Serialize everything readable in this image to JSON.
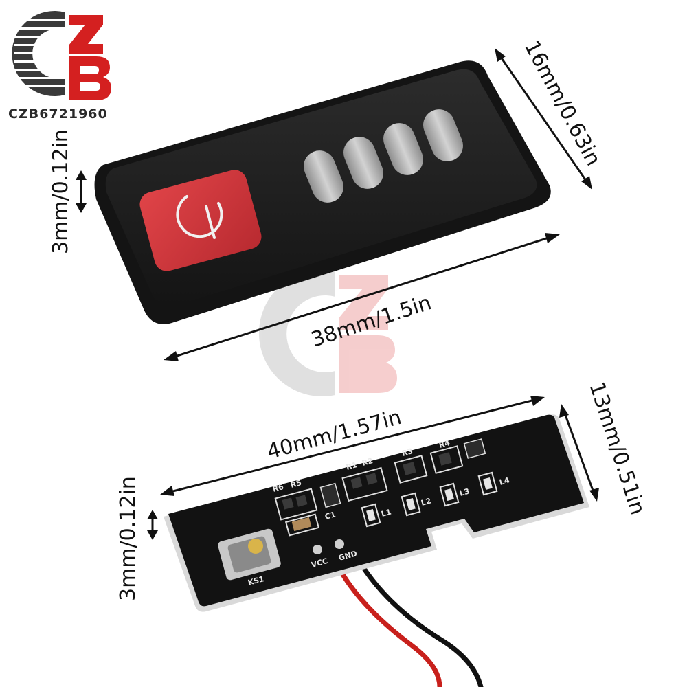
{
  "brand": {
    "name": "CZB6721960",
    "colors": {
      "red": "#e02020",
      "dark": "#2a2a2a"
    }
  },
  "cover": {
    "led_bar_count": 4,
    "button_color": "#d8343a",
    "dimensions": {
      "length": "38mm/1.5in",
      "width": "16mm/0.63in",
      "thickness": "3mm/0.12in"
    }
  },
  "board": {
    "dimensions": {
      "length": "40mm/1.57in",
      "width": "13mm/0.51in",
      "thickness": "3mm/0.12in"
    },
    "silkscreen": {
      "r6": "R6",
      "r5": "R5",
      "r1": "R1",
      "r2": "R2",
      "r3": "R3",
      "r4": "R4",
      "c1": "C1",
      "ks1": "KS1",
      "vcc": "VCC",
      "gnd": "GND",
      "l1": "L1",
      "l2": "L2",
      "l3": "L3",
      "l4": "L4"
    },
    "wire_colors": [
      "#c8201c",
      "#111111"
    ]
  }
}
